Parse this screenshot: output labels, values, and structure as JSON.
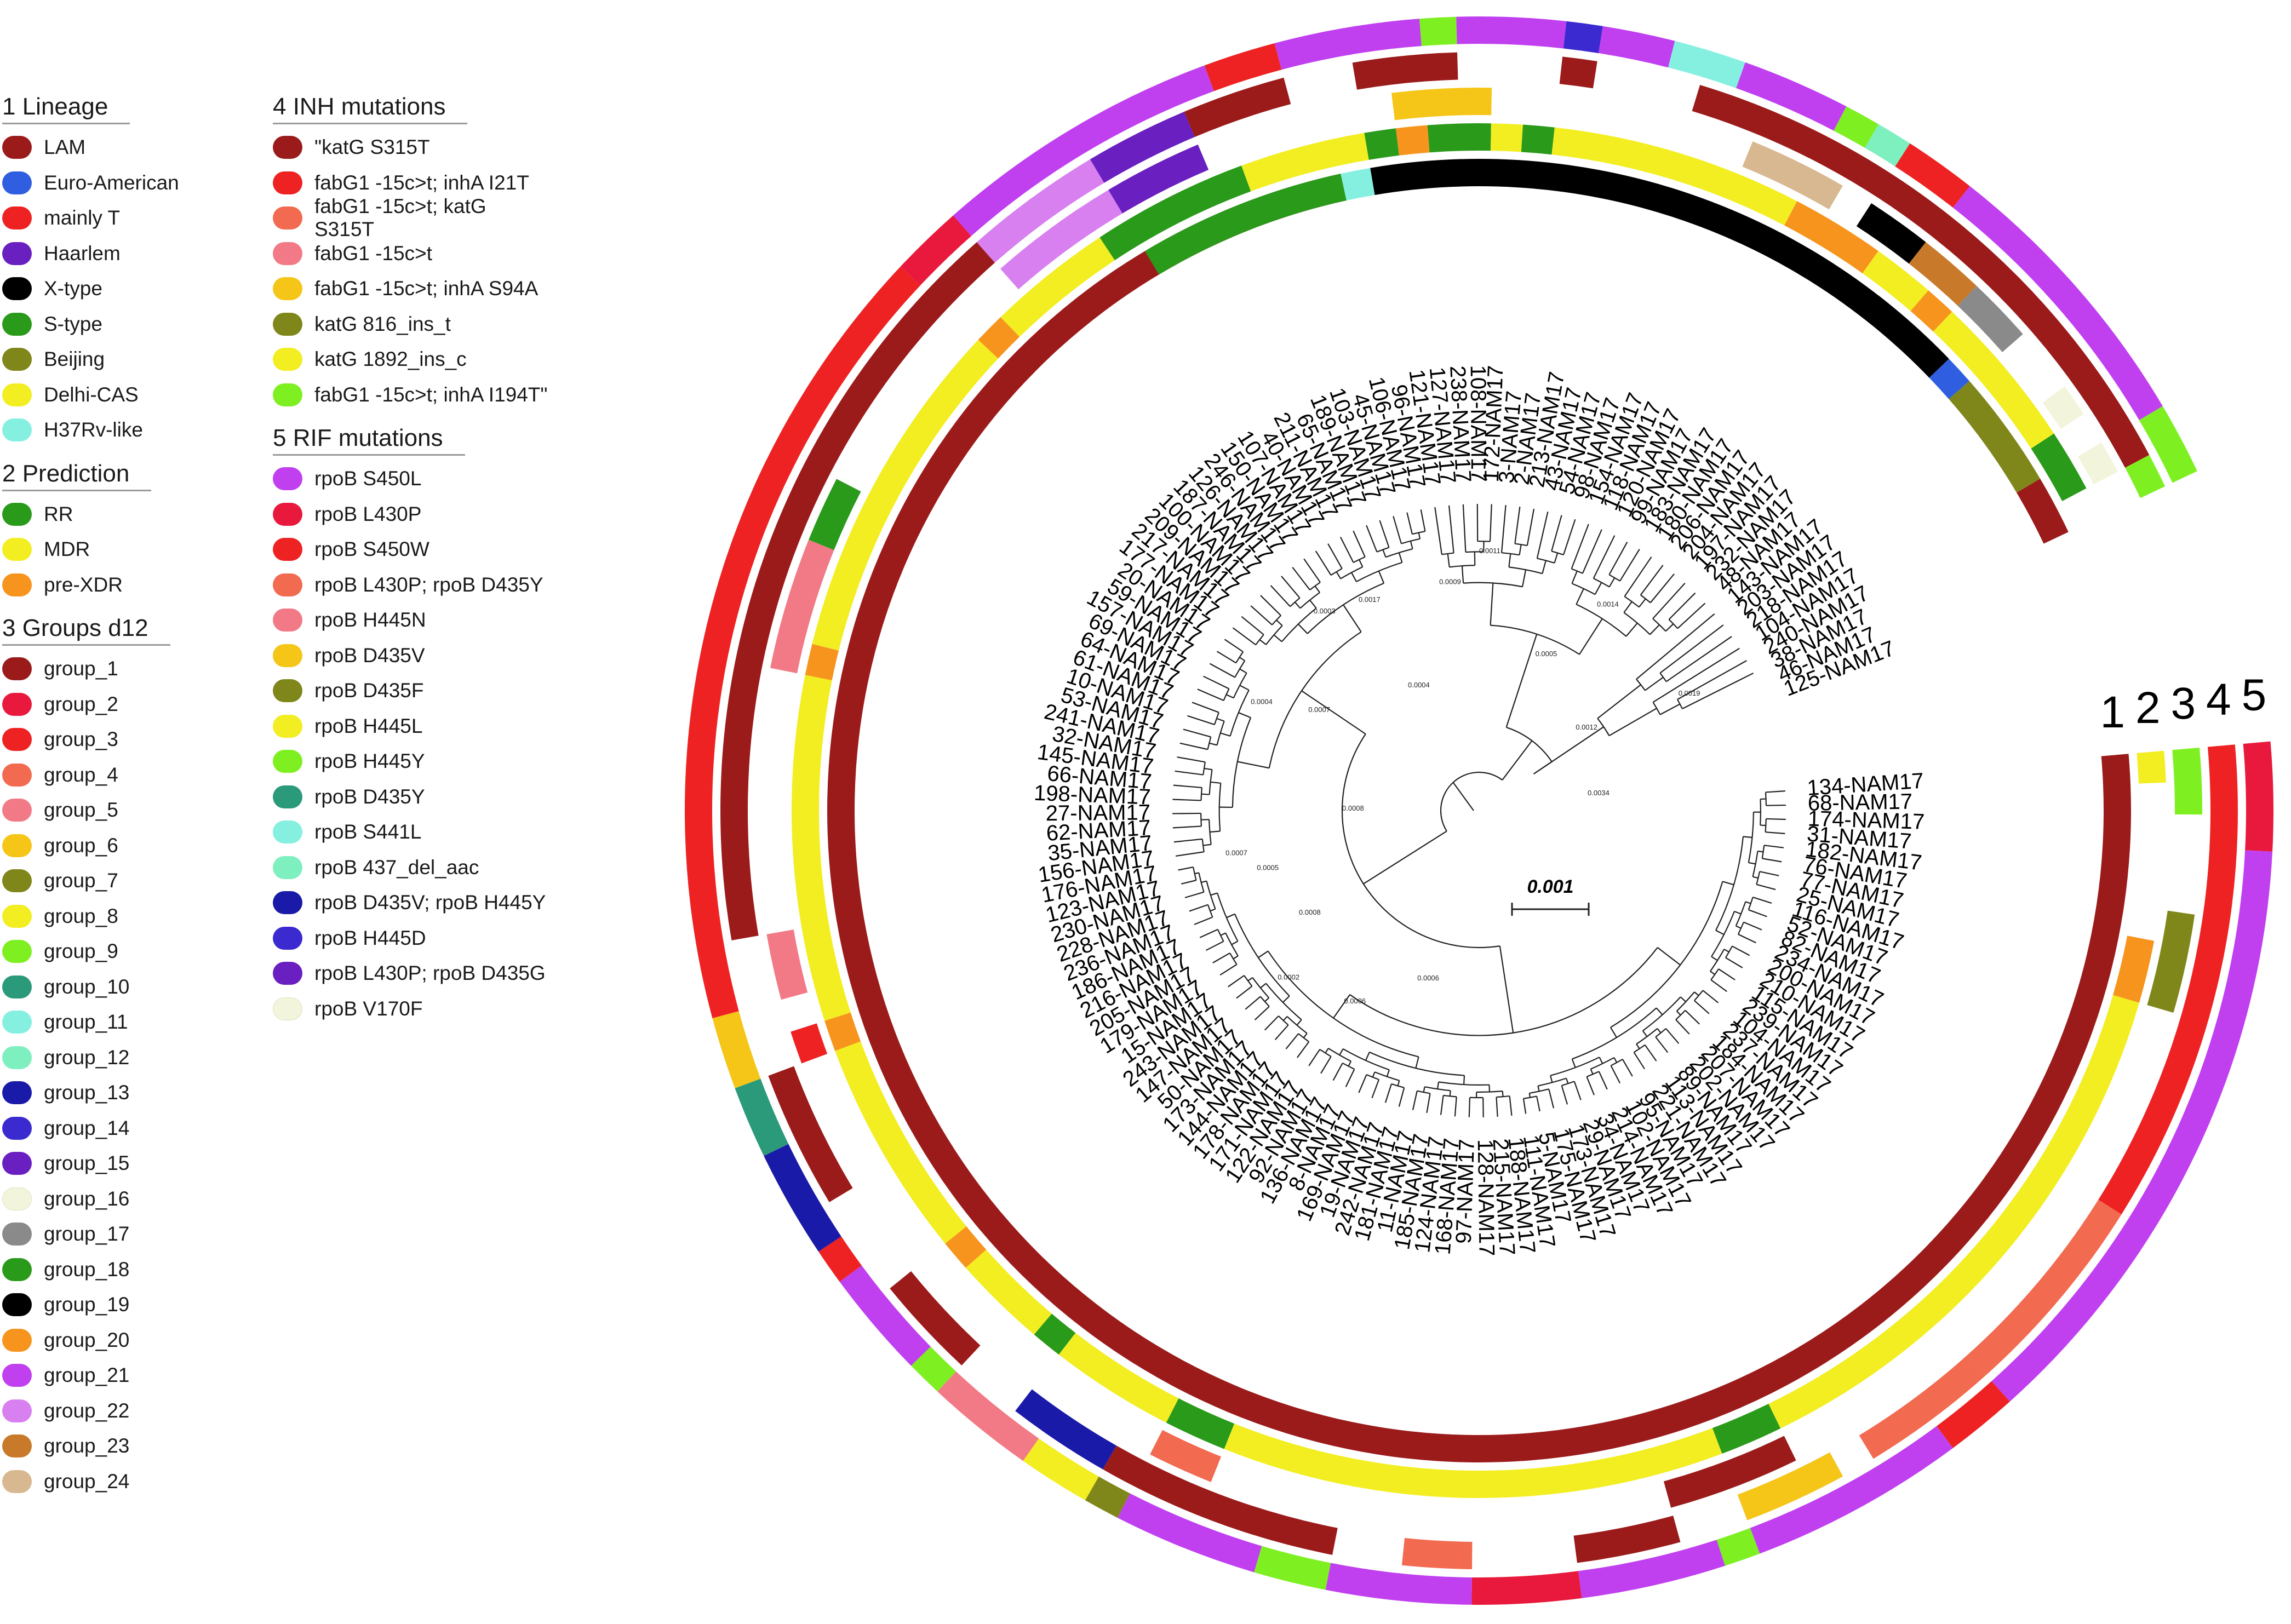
{
  "legend": {
    "sections": [
      {
        "title": "1 Lineage",
        "items": [
          {
            "label": "LAM",
            "color": "#9b1b1b"
          },
          {
            "label": "Euro-American",
            "color": "#2f5fe0"
          },
          {
            "label": "mainly T",
            "color": "#ee2222"
          },
          {
            "label": "Haarlem",
            "color": "#6a1fc0"
          },
          {
            "label": "X-type",
            "color": "#000000"
          },
          {
            "label": "S-type",
            "color": "#2a9a1a"
          },
          {
            "label": "Beijing",
            "color": "#7f861a"
          },
          {
            "label": "Delhi-CAS",
            "color": "#f2ee22"
          },
          {
            "label": "H37Rv-like",
            "color": "#86f0e0"
          }
        ]
      },
      {
        "title": "2 Prediction",
        "items": [
          {
            "label": "RR",
            "color": "#2a9a1a"
          },
          {
            "label": "MDR",
            "color": "#f2ee22"
          },
          {
            "label": "pre-XDR",
            "color": "#f7941d"
          }
        ]
      },
      {
        "title": "3 Groups d12",
        "items": [
          {
            "label": "group_1",
            "color": "#9b1b1b"
          },
          {
            "label": "group_2",
            "color": "#e8193c"
          },
          {
            "label": "group_3",
            "color": "#ee2222"
          },
          {
            "label": "group_4",
            "color": "#f26a50"
          },
          {
            "label": "group_5",
            "color": "#f27a86"
          },
          {
            "label": "group_6",
            "color": "#f5c518"
          },
          {
            "label": "group_7",
            "color": "#7f861a"
          },
          {
            "label": "group_8",
            "color": "#f2ee22"
          },
          {
            "label": "group_9",
            "color": "#7ef022"
          },
          {
            "label": "group_10",
            "color": "#2a9a7a"
          },
          {
            "label": "group_11",
            "color": "#86f0e0"
          },
          {
            "label": "group_12",
            "color": "#7ef0c0"
          },
          {
            "label": "group_13",
            "color": "#1a1aa8"
          },
          {
            "label": "group_14",
            "color": "#3a2ad0"
          },
          {
            "label": "group_15",
            "color": "#6a1fc0"
          },
          {
            "label": "group_16",
            "color": "#f2f5dc"
          },
          {
            "label": "group_17",
            "color": "#8a8a8a"
          },
          {
            "label": "group_18",
            "color": "#2a9a1a"
          },
          {
            "label": "group_19",
            "color": "#000000"
          },
          {
            "label": "group_20",
            "color": "#f7941d"
          },
          {
            "label": "group_21",
            "color": "#c040f0"
          },
          {
            "label": "group_22",
            "color": "#d880f0"
          },
          {
            "label": "group_23",
            "color": "#c87a2a"
          },
          {
            "label": "group_24",
            "color": "#d8b890"
          }
        ]
      },
      {
        "title": "4 INH mutations",
        "items": [
          {
            "label": "\"katG S315T",
            "color": "#9b1b1b"
          },
          {
            "label": "fabG1 -15c>t; inhA I21T",
            "color": "#ee2222"
          },
          {
            "label": "fabG1 -15c>t; katG S315T",
            "color": "#f26a50"
          },
          {
            "label": "fabG1 -15c>t",
            "color": "#f27a86"
          },
          {
            "label": "fabG1 -15c>t; inhA S94A",
            "color": "#f5c518"
          },
          {
            "label": "katG 816_ins_t",
            "color": "#7f861a"
          },
          {
            "label": "katG 1892_ins_c",
            "color": "#f2ee22"
          },
          {
            "label": "fabG1 -15c>t; inhA I194T\"",
            "color": "#7ef022"
          }
        ]
      },
      {
        "title": "5 RIF mutations",
        "items": [
          {
            "label": "rpoB S450L",
            "color": "#c040f0"
          },
          {
            "label": "rpoB L430P",
            "color": "#e8193c"
          },
          {
            "label": "rpoB S450W",
            "color": "#ee2222"
          },
          {
            "label": "rpoB L430P; rpoB D435Y",
            "color": "#f26a50"
          },
          {
            "label": "rpoB H445N",
            "color": "#f27a86"
          },
          {
            "label": "rpoB D435V",
            "color": "#f5c518"
          },
          {
            "label": "rpoB D435F",
            "color": "#7f861a"
          },
          {
            "label": "rpoB H445L",
            "color": "#f2ee22"
          },
          {
            "label": "rpoB H445Y",
            "color": "#7ef022"
          },
          {
            "label": "rpoB D435Y",
            "color": "#2a9a7a"
          },
          {
            "label": "rpoB S441L",
            "color": "#86f0e0"
          },
          {
            "label": "rpoB 437_del_aac",
            "color": "#7ef0c0"
          },
          {
            "label": "rpoB D435V; rpoB H445Y",
            "color": "#1a1aa8"
          },
          {
            "label": "rpoB H445D",
            "color": "#3a2ad0"
          },
          {
            "label": "rpoB L430P; rpoB D435G",
            "color": "#6a1fc0"
          },
          {
            "label": "rpoB V170F",
            "color": "#f2f5dc"
          }
        ]
      }
    ]
  },
  "ring_labels": [
    "1",
    "2",
    "3",
    "4",
    "5"
  ],
  "scale_bar": "0.001",
  "leaves": [
    "134-NAM17",
    "68-NAM17",
    "174-NAM17",
    "31-NAM17",
    "182-NAM17",
    "76-NAM17",
    "77-NAM17",
    "25-NAM17",
    "116-NAM17",
    "52-NAM17",
    "82-NAM17",
    "234-NAM17",
    "200-NAM17",
    "210-NAM17",
    "115-NAM17",
    "239-NAM17",
    "104-NAM17",
    "237-NAM17",
    "184-NAM17",
    "207-NAM17",
    "202-NAM17",
    "89-NAM17",
    "113-NAM17",
    "221-NAM17",
    "95-NAM17",
    "102-NAM17",
    "214-NAM17",
    "34-NAM17",
    "29-NAM17",
    "173-NAM17",
    "175-NAM17",
    "5-NAM17",
    "111-NAM17",
    "188-NAM17",
    "215-NAM17",
    "128-NAM17",
    "97-NAM17",
    "168-NAM17",
    "124-NAM17",
    "185-NAM17",
    "11-NAM17",
    "181-NAM17",
    "242-NAM17",
    "19-NAM17",
    "169-NAM17",
    "8-NAM17",
    "136-NAM17",
    "92-NAM17",
    "122-NAM17",
    "171-NAM17",
    "178-NAM17",
    "144-NAM17",
    "173-NAM17",
    "50-NAM17",
    "147-NAM17",
    "243-NAM17",
    "15-NAM17",
    "179-NAM17",
    "205-NAM17",
    "216-NAM17",
    "186-NAM17",
    "236-NAM17",
    "228-NAM17",
    "230-NAM17",
    "123-NAM17",
    "176-NAM17",
    "156-NAM17",
    "35-NAM17",
    "62-NAM17",
    "27-NAM17",
    "198-NAM17",
    "66-NAM17",
    "145-NAM17",
    "32-NAM17",
    "241-NAM17",
    "53-NAM17",
    "10-NAM17",
    "61-NAM17",
    "64-NAM17",
    "69-NAM17",
    "157-NAM17",
    "59-NAM17",
    "20-NAM17",
    "177-NAM17",
    "217-NAM17",
    "209-NAM17",
    "100-NAM17",
    "187-NAM17",
    "126-NAM17",
    "246-NAM17",
    "150-NAM17",
    "107-NAM17",
    "40-NAM17",
    "211-NAM17",
    "65-NAM17",
    "189-NAM17",
    "103-NAM17",
    "45-NAM17",
    "106-NAM17",
    "96-NAM17",
    "121-NAM17",
    "127-NAM17",
    "238-NAM17",
    "108-NAM17",
    "172-NAM17",
    "3-NAM17",
    "2-NAM17",
    "213-NAM17",
    "43-NAM17",
    "54-NAM17",
    "98-NAM17",
    "154-NAM17",
    "118-NAM17",
    "120-NAM17",
    "99-NAM17",
    "183-NAM17",
    "180-NAM17",
    "206-NAM17",
    "204-NAM17",
    "197-NAM17",
    "232-NAM17",
    "48-NAM17",
    "143-NAM17",
    "203-NAM17",
    "218-NAM17",
    "104-NAM17",
    "240-NAM17",
    "38-NAM17",
    "46-NAM17",
    "125-NAM17"
  ],
  "branch_labels": [
    "0.0034",
    "0.0012",
    "0.0004",
    "0.0008",
    "0.0007",
    "0.0008",
    "0.0006",
    "0.0005",
    "0.0019",
    "0.0014",
    "0.0011",
    "0.0009",
    "0.0017",
    "0.0002",
    "0.0007",
    "0.0005",
    "0.0006",
    "0.0004",
    "0.0003"
  ],
  "rings": {
    "lineage": [
      {
        "from": 0,
        "to": 99,
        "color": "#9b1b1b"
      },
      {
        "from": 99,
        "to": 100,
        "color": "#86f0e0"
      },
      {
        "from": 100,
        "to": 121,
        "color": "#000000"
      },
      {
        "from": 121,
        "to": 122,
        "color": "#2f5fe0"
      },
      {
        "from": 122,
        "to": 126,
        "color": "#7f861a"
      },
      {
        "from": 126,
        "to": 128,
        "color": "#9b1b1b"
      },
      {
        "from": 92,
        "to": 99,
        "color": "#2a9a1a"
      }
    ],
    "prediction": [
      {
        "from": 0,
        "to": 1,
        "color": "#f2ee22"
      },
      {
        "from": 1,
        "to": 6,
        "color": "#ffffff"
      },
      {
        "from": 6,
        "to": 8,
        "color": "#f7941d"
      },
      {
        "from": 8,
        "to": 26,
        "color": "#f2ee22"
      },
      {
        "from": 26,
        "to": 28,
        "color": "#2a9a1a"
      },
      {
        "from": 28,
        "to": 44,
        "color": "#f2ee22"
      },
      {
        "from": 44,
        "to": 46,
        "color": "#2a9a1a"
      },
      {
        "from": 46,
        "to": 50,
        "color": "#f2ee22"
      },
      {
        "from": 50,
        "to": 51,
        "color": "#2a9a1a"
      },
      {
        "from": 51,
        "to": 54,
        "color": "#f2ee22"
      },
      {
        "from": 54,
        "to": 55,
        "color": "#f7941d"
      },
      {
        "from": 55,
        "to": 62,
        "color": "#f2ee22"
      },
      {
        "from": 62,
        "to": 63,
        "color": "#f7941d"
      },
      {
        "from": 63,
        "to": 74,
        "color": "#f2ee22"
      },
      {
        "from": 74,
        "to": 75,
        "color": "#f7941d"
      },
      {
        "from": 75,
        "to": 86,
        "color": "#f2ee22"
      },
      {
        "from": 86,
        "to": 87,
        "color": "#f7941d"
      },
      {
        "from": 87,
        "to": 91,
        "color": "#f2ee22"
      },
      {
        "from": 91,
        "to": 96,
        "color": "#2a9a1a"
      },
      {
        "from": 96,
        "to": 100,
        "color": "#f2ee22"
      },
      {
        "from": 100,
        "to": 101,
        "color": "#2a9a1a"
      },
      {
        "from": 101,
        "to": 102,
        "color": "#f7941d"
      },
      {
        "from": 102,
        "to": 104,
        "color": "#2a9a1a"
      },
      {
        "from": 104,
        "to": 105,
        "color": "#f2ee22"
      },
      {
        "from": 105,
        "to": 106,
        "color": "#2a9a1a"
      },
      {
        "from": 106,
        "to": 114,
        "color": "#f2ee22"
      },
      {
        "from": 114,
        "to": 117,
        "color": "#f7941d"
      },
      {
        "from": 117,
        "to": 119,
        "color": "#f2ee22"
      },
      {
        "from": 119,
        "to": 120,
        "color": "#f7941d"
      },
      {
        "from": 120,
        "to": 125,
        "color": "#f2ee22"
      },
      {
        "from": 125,
        "to": 127,
        "color": "#2a9a1a"
      }
    ],
    "groups": [
      {
        "from": 0,
        "to": 2,
        "color": "#7ef022"
      },
      {
        "from": 5,
        "to": 8,
        "color": "#7f861a"
      },
      {
        "from": 26,
        "to": 30,
        "color": "#9b1b1b"
      },
      {
        "from": 44,
        "to": 46,
        "color": "#f26a50"
      },
      {
        "from": 62,
        "to": 63,
        "color": "#ee2222"
      },
      {
        "from": 64,
        "to": 66,
        "color": "#f27a86"
      },
      {
        "from": 74,
        "to": 78,
        "color": "#f27a86"
      },
      {
        "from": 78,
        "to": 80,
        "color": "#2a9a1a"
      },
      {
        "from": 88,
        "to": 92,
        "color": "#d880f0"
      },
      {
        "from": 92,
        "to": 95,
        "color": "#6a1fc0"
      },
      {
        "from": 101,
        "to": 104,
        "color": "#f5c518"
      },
      {
        "from": 112,
        "to": 115,
        "color": "#d8b890"
      },
      {
        "from": 116,
        "to": 118,
        "color": "#000000"
      },
      {
        "from": 118,
        "to": 120,
        "color": "#c87a2a"
      },
      {
        "from": 120,
        "to": 122,
        "color": "#8a8a8a"
      },
      {
        "from": 124,
        "to": 125,
        "color": "#f2f5dc"
      },
      {
        "from": 126,
        "to": 127,
        "color": "#f2f5dc"
      }
    ],
    "inh": [
      {
        "from": 0,
        "to": 14,
        "color": "#ee2222"
      },
      {
        "from": 14,
        "to": 20,
        "color": "#f26a50"
      },
      {
        "from": 20,
        "to": 24,
        "color": "#f26a50"
      },
      {
        "from": 25,
        "to": 28,
        "color": "#f5c518"
      },
      {
        "from": 30,
        "to": 33,
        "color": "#9b1b1b"
      },
      {
        "from": 36,
        "to": 38,
        "color": "#f26a50"
      },
      {
        "from": 40,
        "to": 47,
        "color": "#9b1b1b"
      },
      {
        "from": 47,
        "to": 50,
        "color": "#1a1aa8"
      },
      {
        "from": 52,
        "to": 55,
        "color": "#9b1b1b"
      },
      {
        "from": 58,
        "to": 62,
        "color": "#9b1b1b"
      },
      {
        "from": 66,
        "to": 88,
        "color": "#9b1b1b"
      },
      {
        "from": 88,
        "to": 92,
        "color": "#d880f0"
      },
      {
        "from": 92,
        "to": 95,
        "color": "#6a1fc0"
      },
      {
        "from": 95,
        "to": 98,
        "color": "#9b1b1b"
      },
      {
        "from": 100,
        "to": 103,
        "color": "#9b1b1b"
      },
      {
        "from": 106,
        "to": 107,
        "color": "#9b1b1b"
      },
      {
        "from": 110,
        "to": 127,
        "color": "#9b1b1b"
      },
      {
        "from": 127,
        "to": 128,
        "color": "#7ef022"
      }
    ],
    "rif": [
      {
        "from": 0,
        "to": 3,
        "color": "#e8193c"
      },
      {
        "from": 3,
        "to": 20,
        "color": "#c040f0"
      },
      {
        "from": 20,
        "to": 22,
        "color": "#ee2222"
      },
      {
        "from": 22,
        "to": 28,
        "color": "#c040f0"
      },
      {
        "from": 28,
        "to": 29,
        "color": "#7ef022"
      },
      {
        "from": 29,
        "to": 33,
        "color": "#c040f0"
      },
      {
        "from": 33,
        "to": 36,
        "color": "#e8193c"
      },
      {
        "from": 36,
        "to": 40,
        "color": "#c040f0"
      },
      {
        "from": 40,
        "to": 42,
        "color": "#7ef022"
      },
      {
        "from": 42,
        "to": 46,
        "color": "#c040f0"
      },
      {
        "from": 46,
        "to": 47,
        "color": "#7f861a"
      },
      {
        "from": 47,
        "to": 49,
        "color": "#f2ee22"
      },
      {
        "from": 49,
        "to": 52,
        "color": "#f27a86"
      },
      {
        "from": 52,
        "to": 53,
        "color": "#7ef022"
      },
      {
        "from": 53,
        "to": 56,
        "color": "#c040f0"
      },
      {
        "from": 56,
        "to": 57,
        "color": "#ee2222"
      },
      {
        "from": 57,
        "to": 60,
        "color": "#1a1aa8"
      },
      {
        "from": 60,
        "to": 62,
        "color": "#2a9a7a"
      },
      {
        "from": 62,
        "to": 64,
        "color": "#f5c518"
      },
      {
        "from": 64,
        "to": 86,
        "color": "#ee2222"
      },
      {
        "from": 86,
        "to": 88,
        "color": "#e8193c"
      },
      {
        "from": 88,
        "to": 96,
        "color": "#c040f0"
      },
      {
        "from": 96,
        "to": 98,
        "color": "#ee2222"
      },
      {
        "from": 98,
        "to": 102,
        "color": "#c040f0"
      },
      {
        "from": 102,
        "to": 103,
        "color": "#7ef022"
      },
      {
        "from": 103,
        "to": 106,
        "color": "#c040f0"
      },
      {
        "from": 106,
        "to": 107,
        "color": "#3a2ad0"
      },
      {
        "from": 107,
        "to": 109,
        "color": "#c040f0"
      },
      {
        "from": 109,
        "to": 111,
        "color": "#86f0e0"
      },
      {
        "from": 111,
        "to": 114,
        "color": "#c040f0"
      },
      {
        "from": 114,
        "to": 115,
        "color": "#7ef022"
      },
      {
        "from": 115,
        "to": 116,
        "color": "#7ef0c0"
      },
      {
        "from": 116,
        "to": 118,
        "color": "#ee2222"
      },
      {
        "from": 118,
        "to": 126,
        "color": "#c040f0"
      },
      {
        "from": 126,
        "to": 128,
        "color": "#7ef022"
      }
    ]
  }
}
